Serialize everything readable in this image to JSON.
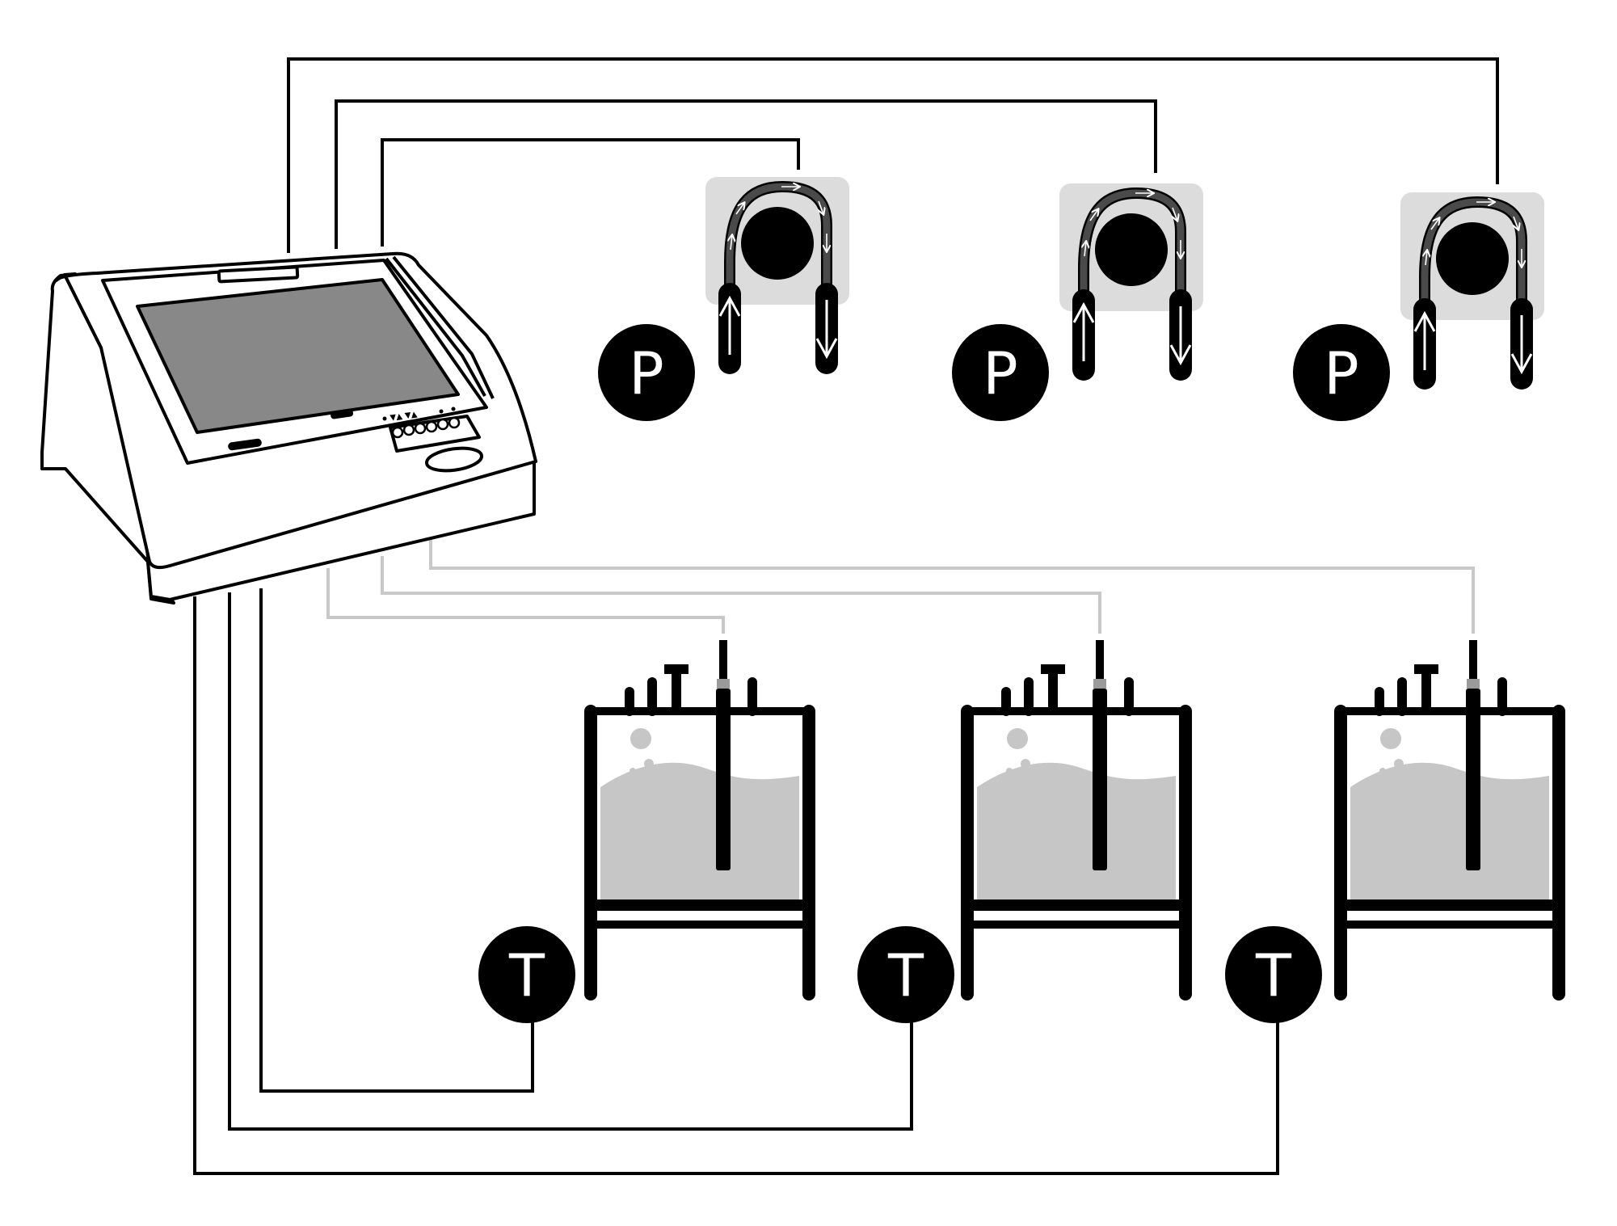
{
  "diagram": {
    "pumps": [
      {
        "label": "P"
      },
      {
        "label": "P"
      },
      {
        "label": "P"
      }
    ],
    "temperature_sensors": [
      {
        "label": "T"
      },
      {
        "label": "T"
      },
      {
        "label": "T"
      }
    ],
    "controller": {
      "keypad_symbols": "▼▲ ▼▲"
    },
    "colors": {
      "ink": "#000000",
      "screen": "#888888",
      "pump_panel": "#dcdcdc",
      "liquid": "#c6c6c6",
      "probe_cable": "#c8c8c8"
    }
  }
}
